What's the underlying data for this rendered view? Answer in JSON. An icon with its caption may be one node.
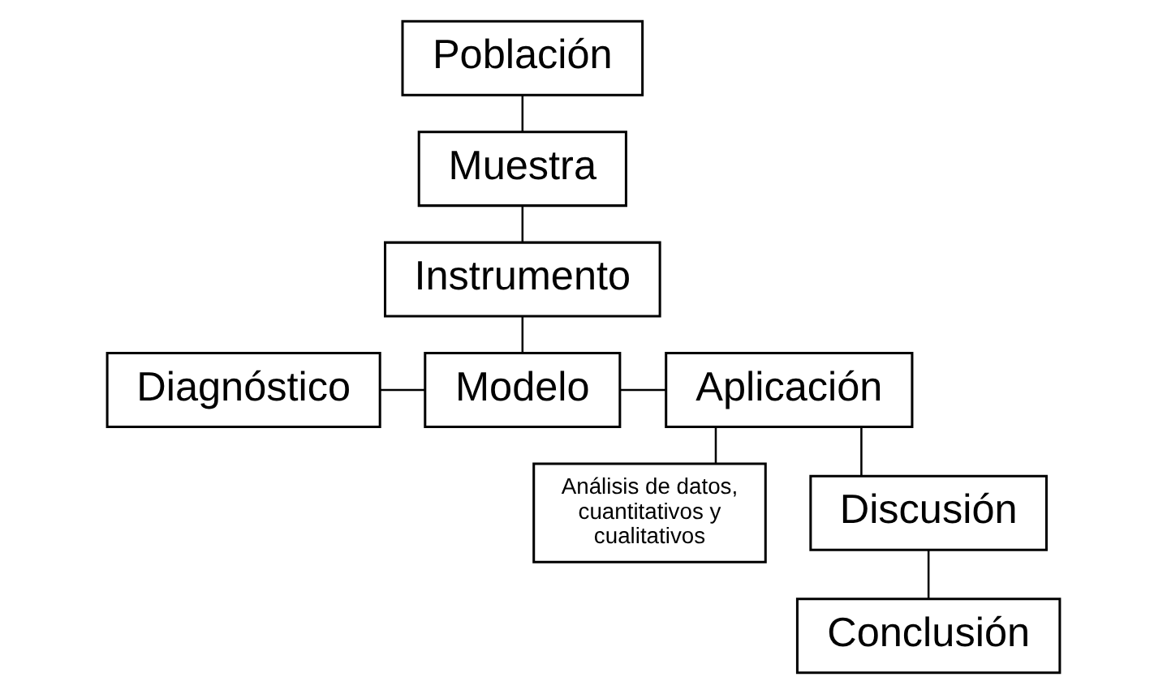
{
  "diagram": {
    "nodes": [
      {
        "text": [
          "Población"
        ]
      },
      {
        "text": [
          "Muestra"
        ]
      },
      {
        "text": [
          "Instrumento"
        ]
      },
      {
        "text": [
          "Diagnóstico"
        ]
      },
      {
        "text": [
          "Modelo"
        ]
      },
      {
        "text": [
          "Aplicación"
        ]
      },
      {
        "text": [
          "Análisis de datos, cuantitativos y cualitativos"
        ]
      },
      {
        "text": [
          "Discusión"
        ]
      },
      {
        "text": [
          "Conclusión"
        ]
      }
    ],
    "edges": [
      {
        "from": 0,
        "to": 1,
        "arrow": "none"
      },
      {
        "from": 1,
        "to": 2,
        "arrow": "none"
      },
      {
        "from": 2,
        "to": 4,
        "arrow": "none"
      },
      {
        "from": 3,
        "to": 4,
        "arrow": "none"
      },
      {
        "from": 4,
        "to": 5,
        "arrow": "none"
      },
      {
        "from": 5,
        "to": 6,
        "arrow": "none"
      },
      {
        "from": 5,
        "to": 7,
        "arrow": "none"
      },
      {
        "from": 7,
        "to": 8,
        "arrow": "none"
      }
    ]
  }
}
